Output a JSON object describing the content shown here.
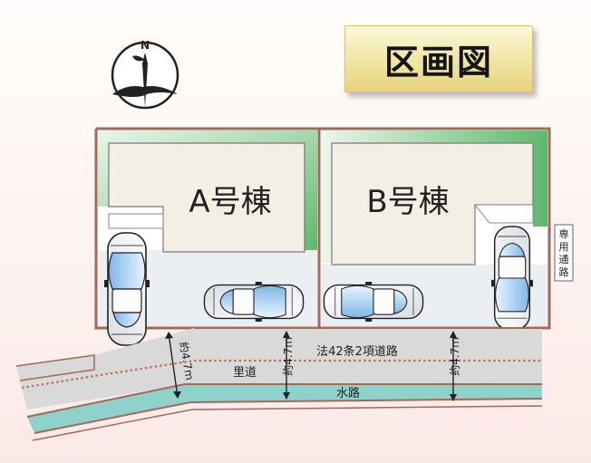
{
  "title": "区画図",
  "compass": {
    "north_label": "N",
    "icon": "north-arrow-crane-icon"
  },
  "buildings": [
    {
      "id": "A",
      "label": "A号棟"
    },
    {
      "id": "B",
      "label": "B号棟"
    }
  ],
  "labels": {
    "private_passage": "専用通路",
    "road_42_2": "法42条2項道路",
    "village_road": "里道",
    "waterway": "水路",
    "width_left": "約4.7m",
    "width_center": "約4.7m",
    "width_right": "約4.7m"
  },
  "colors": {
    "lot_border": "#a0695a",
    "greenery": "#6fc07f",
    "building": "#f3efe4",
    "road": "#d9d9d9",
    "water": "#8fd2cc",
    "title_gold": "#f0e5a4"
  }
}
